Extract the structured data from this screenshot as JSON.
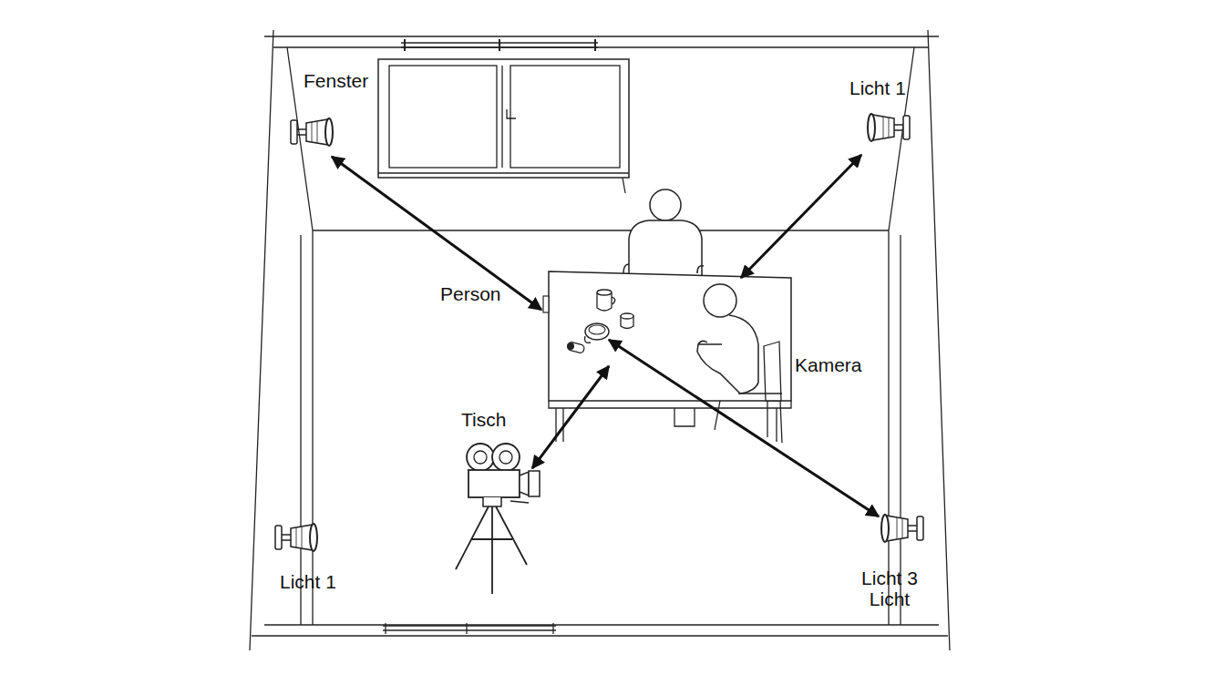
{
  "diagram": {
    "labels": [
      "Fenster",
      "Licht 1",
      "Person",
      "Kamera",
      "Tisch",
      "Licht 1",
      "Licht 3 Licht"
    ]
  }
}
